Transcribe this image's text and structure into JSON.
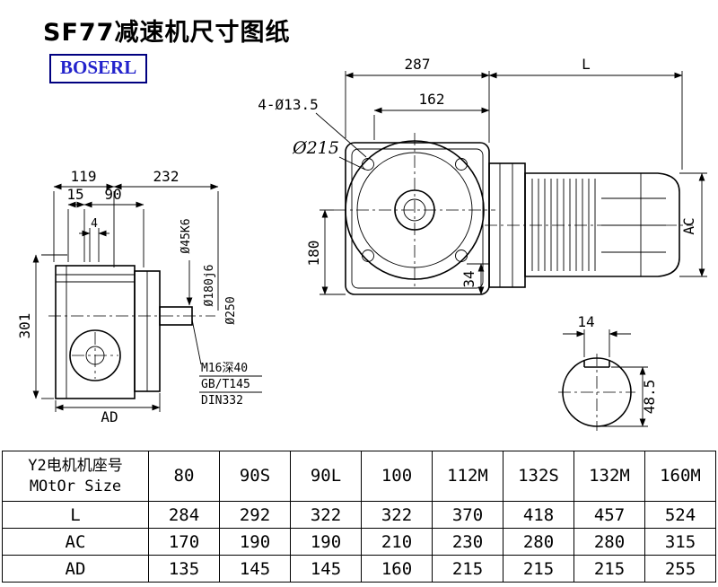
{
  "page": {
    "title": "SF77减速机尺寸图纸",
    "brand": "BOSERL",
    "colors": {
      "brand_text": "#2323cc",
      "brand_border": "#000080",
      "line": "#000000",
      "background": "#ffffff"
    }
  },
  "drawing": {
    "front": {
      "dim_287": "287",
      "dim_L": "L",
      "dim_162": "162",
      "holes_label": "4-Ø13.5",
      "flange_dia": "Ø215",
      "dim_180": "180",
      "dim_34": "34",
      "dim_AC": "AC"
    },
    "side": {
      "dim_119": "119",
      "dim_232": "232",
      "dim_15": "15",
      "dim_90": "90",
      "dim_4": "4",
      "dim_301": "301",
      "dim_AD": "AD",
      "shaft_dia": "Ø45K6",
      "spigot_dia": "Ø180j6",
      "flange_dia": "Ø250",
      "note_line1": "M16深40",
      "note_line2": "GB/T145",
      "note_line3": "DIN332"
    },
    "section": {
      "key_width": "14",
      "shaft_depth": "48.5"
    }
  },
  "table": {
    "header": {
      "line1": "Y2电机机座号",
      "line2": "MOtOr Size"
    },
    "columns": [
      "80",
      "90S",
      "90L",
      "100",
      "112M",
      "132S",
      "132M",
      "160M"
    ],
    "rows": [
      {
        "label": "L",
        "values": [
          "284",
          "292",
          "322",
          "322",
          "370",
          "418",
          "457",
          "524"
        ]
      },
      {
        "label": "AC",
        "values": [
          "170",
          "190",
          "190",
          "210",
          "230",
          "280",
          "280",
          "315"
        ]
      },
      {
        "label": "AD",
        "values": [
          "135",
          "145",
          "145",
          "160",
          "215",
          "215",
          "215",
          "255"
        ]
      }
    ]
  }
}
